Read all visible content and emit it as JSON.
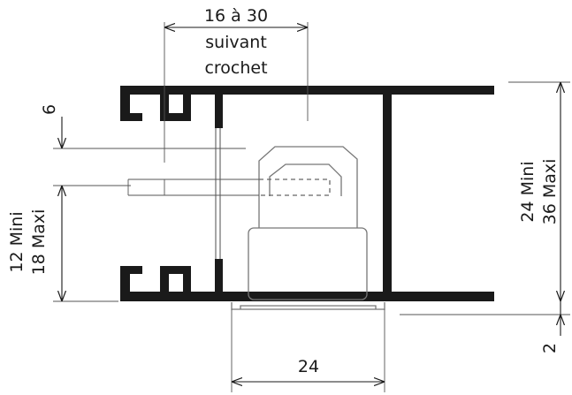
{
  "dimensions": {
    "hook_range_line1": "16 à 30",
    "hook_range_line2": "suivant",
    "hook_range_line3": "crochet",
    "offset_top": "6",
    "gap_line1": "12 Mini",
    "gap_line2": "18 Maxi",
    "height_line1": "24 Mini",
    "height_line2": "36 Maxi",
    "bottom_offset": "2",
    "width": "24"
  },
  "colors": {
    "profile": "#1a1a1a",
    "outline": "#777777",
    "dimension": "#1a1a1a"
  }
}
